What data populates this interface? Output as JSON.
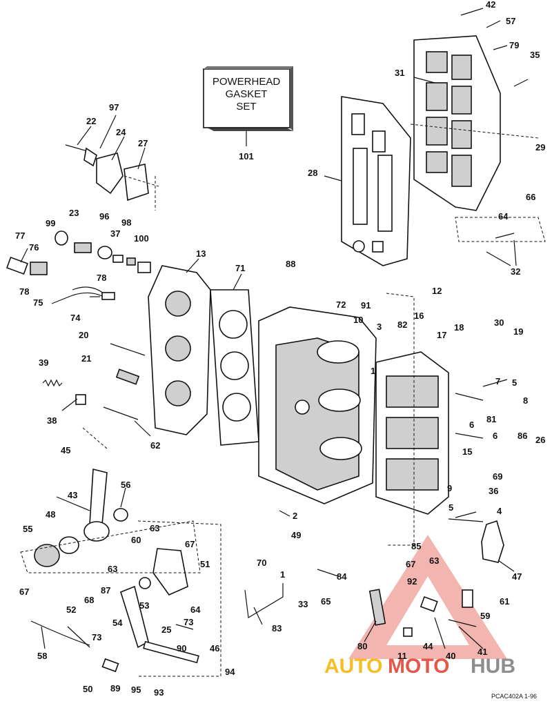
{
  "kit_box": {
    "line1": "POWERHEAD",
    "line2": "GASKET",
    "line3": "SET",
    "ref": "101"
  },
  "callouts": [
    "42",
    "57",
    "79",
    "35",
    "31",
    "29",
    "28",
    "22",
    "97",
    "24",
    "27",
    "66",
    "64",
    "32",
    "23",
    "99",
    "96",
    "98",
    "37",
    "100",
    "77",
    "76",
    "78",
    "75",
    "74",
    "13",
    "71",
    "88",
    "72",
    "91",
    "10",
    "12",
    "16",
    "18",
    "30",
    "19",
    "3",
    "82",
    "17",
    "20",
    "21",
    "39",
    "38",
    "62",
    "45",
    "43",
    "56",
    "48",
    "55",
    "7",
    "5",
    "8",
    "81",
    "6",
    "86",
    "26",
    "15",
    "69",
    "9",
    "36",
    "4",
    "1",
    "2",
    "49",
    "60",
    "63",
    "67",
    "51",
    "47",
    "85",
    "70",
    "84",
    "65",
    "33",
    "92",
    "61",
    "59",
    "87",
    "68",
    "52",
    "53",
    "73",
    "54",
    "25",
    "58",
    "90",
    "46",
    "94",
    "50",
    "89",
    "95",
    "93",
    "83",
    "80",
    "11",
    "44",
    "40",
    "41"
  ],
  "footer_code": "PCAC402A 1-96",
  "watermark": {
    "part1": "AUTO",
    "part2": "MOTO",
    "part3": "HUB",
    "color1": "#f5b300",
    "color2": "#e23a2c",
    "color3": "#7a7a7a"
  }
}
